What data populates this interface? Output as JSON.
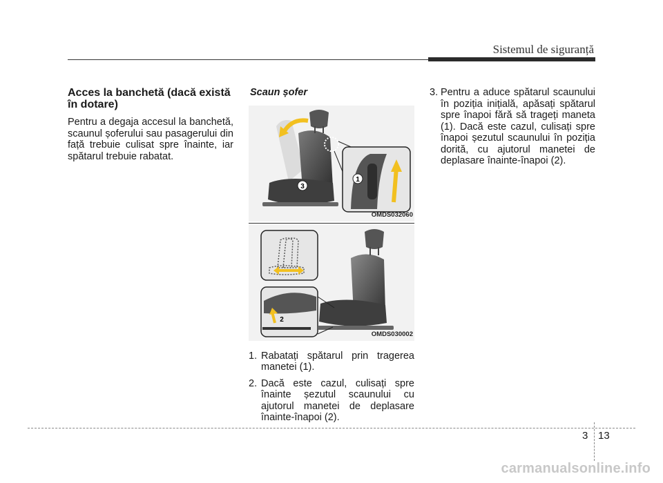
{
  "header": {
    "section_title": "Sistemul de siguranță"
  },
  "left": {
    "heading": "Acces la banchetă (dacă există în dotare)",
    "body": "Pentru a degaja accesul la banchetă, scaunul șoferului sau pasagerului din față trebuie culisat spre înainte, iar spătarul trebuie rabatat."
  },
  "middle": {
    "subheading": "Scaun șofer",
    "figure1": {
      "code": "OMDS032060",
      "callouts": [
        "1",
        "3"
      ]
    },
    "figure2": {
      "code": "OMDS030002",
      "callouts": [
        "2"
      ]
    },
    "steps": [
      {
        "num": "1.",
        "text": "Rabatați spătarul prin tragerea manetei (1)."
      },
      {
        "num": "2.",
        "text": "Dacă este cazul, culisați spre înainte șezutul scaunului cu ajutorul manetei de deplasare înainte-înapoi (2)."
      }
    ]
  },
  "right": {
    "steps": [
      {
        "num": "3.",
        "text": "Pentru a aduce spătarul scaunului în poziția inițială, apăsați spătarul spre înapoi fără să trageți maneta (1). Dacă este cazul, culisați spre înapoi șezutul scaunului în poziția dorită, cu ajutorul manetei de deplasare înainte-înapoi (2)."
      }
    ]
  },
  "footer": {
    "chapter": "3",
    "page": "13",
    "watermark": "carmanualsonline.info"
  },
  "colors": {
    "figure_bg": "#f2f2f2",
    "arrow": "#f2c020",
    "seat_dark": "#4a4a4a"
  }
}
